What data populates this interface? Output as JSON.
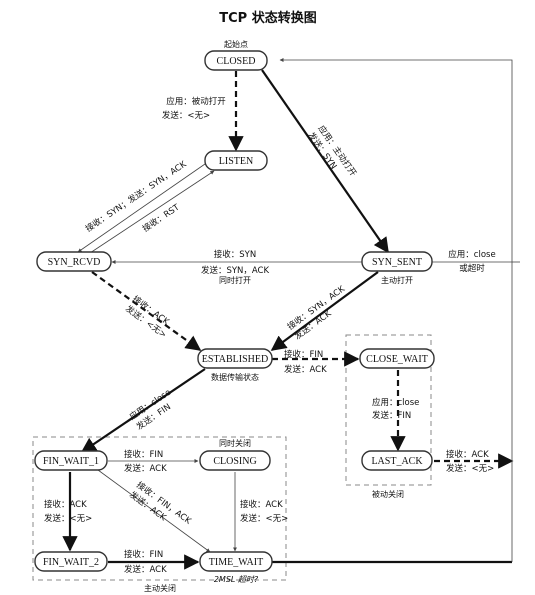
{
  "title": "TCP 状态转换图",
  "states": {
    "closed": "CLOSED",
    "listen": "LISTEN",
    "syn_rcvd": "SYN_RCVD",
    "syn_sent": "SYN_SENT",
    "established": "ESTABLISHED",
    "close_wait": "CLOSE_WAIT",
    "last_ack": "LAST_ACK",
    "fin_wait_1": "FIN_WAIT_1",
    "closing": "CLOSING",
    "fin_wait_2": "FIN_WAIT_2",
    "time_wait": "TIME_WAIT"
  },
  "notes": {
    "start": "起始点",
    "data_transfer": "数据传输状态",
    "active_open": "主动打开",
    "simultaneous_open": "同时打开",
    "simultaneous_close": "同时关闭",
    "passive_close": "被动关闭",
    "active_close": "主动关闭",
    "msl_timeout": "2MSL 超时?"
  },
  "edges": {
    "closed_listen_1": "应用：被动打开",
    "closed_listen_2": "发送：<无>",
    "closed_synsent_1": "应用：主动打开",
    "closed_synsent_2": "发送：SYN",
    "listen_synrcvd_1": "接收：SYN；发送：SYN，ACK",
    "synrcvd_listen": "接收：RST",
    "synsent_synrcvd_1": "接收：SYN",
    "synsent_synrcvd_2": "发送：SYN，ACK",
    "synsent_closed_1": "应用：close",
    "synsent_closed_2": "或超时",
    "synrcvd_est_1": "接收：ACK",
    "synrcvd_est_2": "发送：<无>",
    "synsent_est_1": "接收：SYN，ACK",
    "synsent_est_2": "发送：ACK",
    "est_closewait_1": "接收：FIN",
    "est_closewait_2": "发送：ACK",
    "closewait_lastack_1": "应用：close",
    "closewait_lastack_2": "发送：FIN",
    "lastack_closed_1": "接收：ACK",
    "lastack_closed_2": "发送：<无>",
    "est_finwait1_1": "应用：close",
    "est_finwait1_2": "发送：FIN",
    "finwait1_closing_1": "接收：FIN",
    "finwait1_closing_2": "发送：ACK",
    "finwait1_finwait2_1": "接收：ACK",
    "finwait1_finwait2_2": "发送：<无>",
    "finwait1_timewait_1": "接收：FIN，ACK",
    "finwait1_timewait_2": "发送：ACK",
    "closing_timewait_1": "接收：ACK",
    "closing_timewait_2": "发送：<无>",
    "finwait2_timewait_1": "接收：FIN",
    "finwait2_timewait_2": "发送：ACK"
  }
}
